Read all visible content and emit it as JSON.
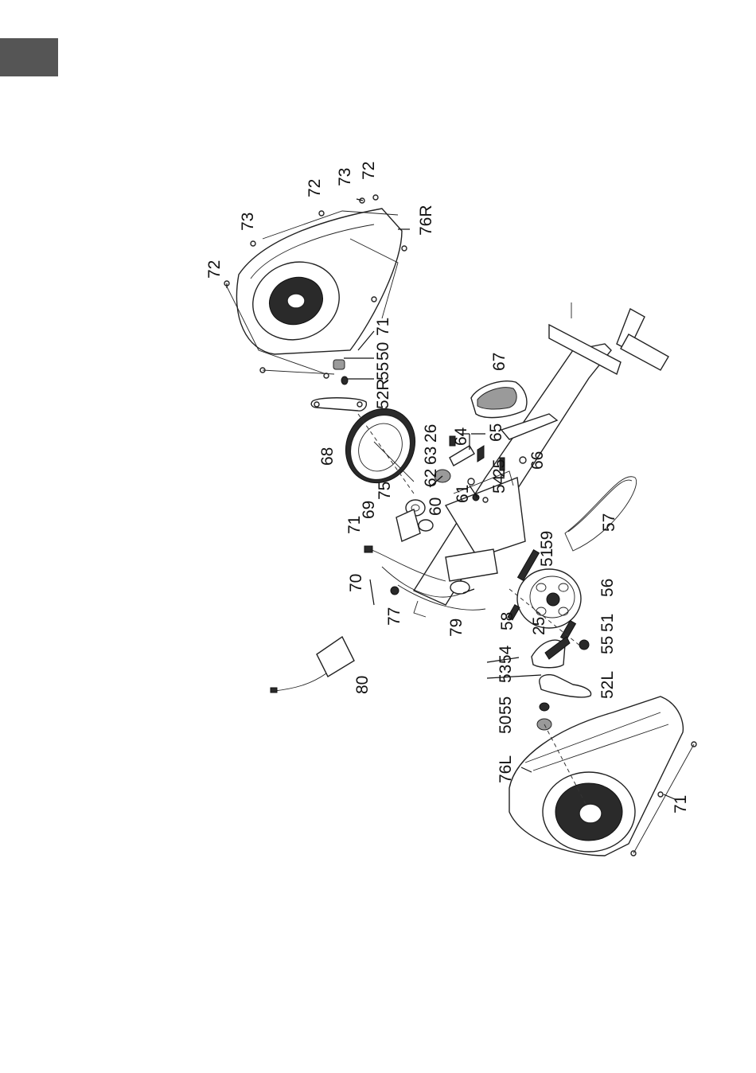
{
  "page": {
    "tab_color": "#555555"
  },
  "diagram": {
    "labels": [
      {
        "id": "72a",
        "text": "72"
      },
      {
        "id": "73a",
        "text": "73"
      },
      {
        "id": "72b",
        "text": "72"
      },
      {
        "id": "73b",
        "text": "73"
      },
      {
        "id": "72c",
        "text": "72"
      },
      {
        "id": "76R",
        "text": "76R"
      },
      {
        "id": "71a",
        "text": "71"
      },
      {
        "id": "50a",
        "text": "50"
      },
      {
        "id": "55a",
        "text": "55"
      },
      {
        "id": "52R",
        "text": "52R"
      },
      {
        "id": "67",
        "text": "67"
      },
      {
        "id": "68",
        "text": "68"
      },
      {
        "id": "26a",
        "text": "26"
      },
      {
        "id": "63",
        "text": "63"
      },
      {
        "id": "64",
        "text": "64"
      },
      {
        "id": "65",
        "text": "65"
      },
      {
        "id": "62",
        "text": "62"
      },
      {
        "id": "66",
        "text": "66"
      },
      {
        "id": "75",
        "text": "75"
      },
      {
        "id": "69",
        "text": "69"
      },
      {
        "id": "71b",
        "text": "71"
      },
      {
        "id": "60",
        "text": "60"
      },
      {
        "id": "61",
        "text": "61"
      },
      {
        "id": "54a",
        "text": "54"
      },
      {
        "id": "25a",
        "text": "25"
      },
      {
        "id": "70",
        "text": "70"
      },
      {
        "id": "57",
        "text": "57"
      },
      {
        "id": "59",
        "text": "59"
      },
      {
        "id": "51a",
        "text": "51"
      },
      {
        "id": "77",
        "text": "77"
      },
      {
        "id": "56",
        "text": "56"
      },
      {
        "id": "79",
        "text": "79"
      },
      {
        "id": "58",
        "text": "58"
      },
      {
        "id": "25b",
        "text": "25"
      },
      {
        "id": "51b",
        "text": "51"
      },
      {
        "id": "55b",
        "text": "55"
      },
      {
        "id": "54b",
        "text": "54"
      },
      {
        "id": "53",
        "text": "53"
      },
      {
        "id": "80",
        "text": "80"
      },
      {
        "id": "52L",
        "text": "52L"
      },
      {
        "id": "55c",
        "text": "55"
      },
      {
        "id": "50b",
        "text": "50"
      },
      {
        "id": "76L",
        "text": "76L"
      },
      {
        "id": "71c",
        "text": "71"
      }
    ]
  }
}
